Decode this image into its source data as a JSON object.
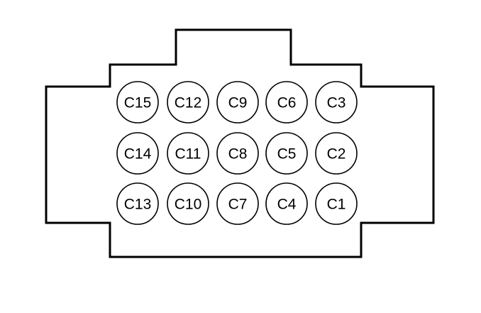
{
  "connector": {
    "pin_rows": [
      [
        "C15",
        "C12",
        "C9",
        "C6",
        "C3"
      ],
      [
        "C14",
        "C11",
        "C8",
        "C5",
        "C2"
      ],
      [
        "C13",
        "C10",
        "C7",
        "C4",
        "C1"
      ]
    ]
  },
  "colors": {
    "outline": "#000000",
    "background": "#ffffff"
  }
}
